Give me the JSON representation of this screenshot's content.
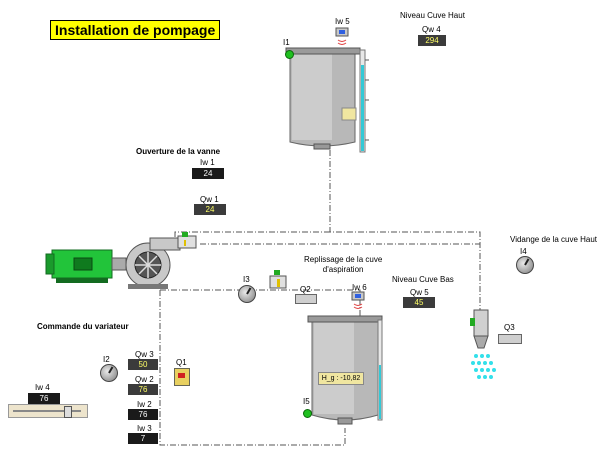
{
  "title": "Installation de pompage",
  "labels": {
    "niveau_cuve_haut": "Niveau Cuve Haut",
    "ouverture_vanne": "Ouverture de la vanne",
    "vidange": "Vidange de la cuve Haut",
    "remplissage": "Replissage de la cuve\nd'aspiration",
    "niveau_cuve_bas": "Niveau Cuve Bas",
    "commande_variateur": "Commande du variateur"
  },
  "tags": {
    "iw5": "Iw 5",
    "qw4": "Qw 4",
    "i1": "I1",
    "iw1": "Iw 1",
    "qw1": "Qw 1",
    "i3": "I3",
    "q2": "Q2",
    "iw6": "Iw 6",
    "qw5": "Qw 5",
    "i4": "I4",
    "q3": "Q3",
    "i2": "I2",
    "q1": "Q1",
    "qw3": "Qw 3",
    "qw2": "Qw 2",
    "iw4": "Iw 4",
    "iw2": "Iw 2",
    "iw3": "Iw 3",
    "i5": "I5"
  },
  "values": {
    "qw4": "294",
    "iw1": "24",
    "qw1": "24",
    "qw5": "45",
    "qw3": "50",
    "qw2": "76",
    "iw4": "76",
    "iw2": "76",
    "iw3": "7",
    "h_g": "H_g : -10,82"
  },
  "levels": {
    "upper_tank_fill": 0.88,
    "lower_tank_fill": 0.55,
    "slider": 0.76
  },
  "colors": {
    "title_bg": "#ffff00",
    "motor": "#22c43a",
    "water": "#33e0ea",
    "led": "#20c020",
    "level_bar": "#33c9d6"
  }
}
